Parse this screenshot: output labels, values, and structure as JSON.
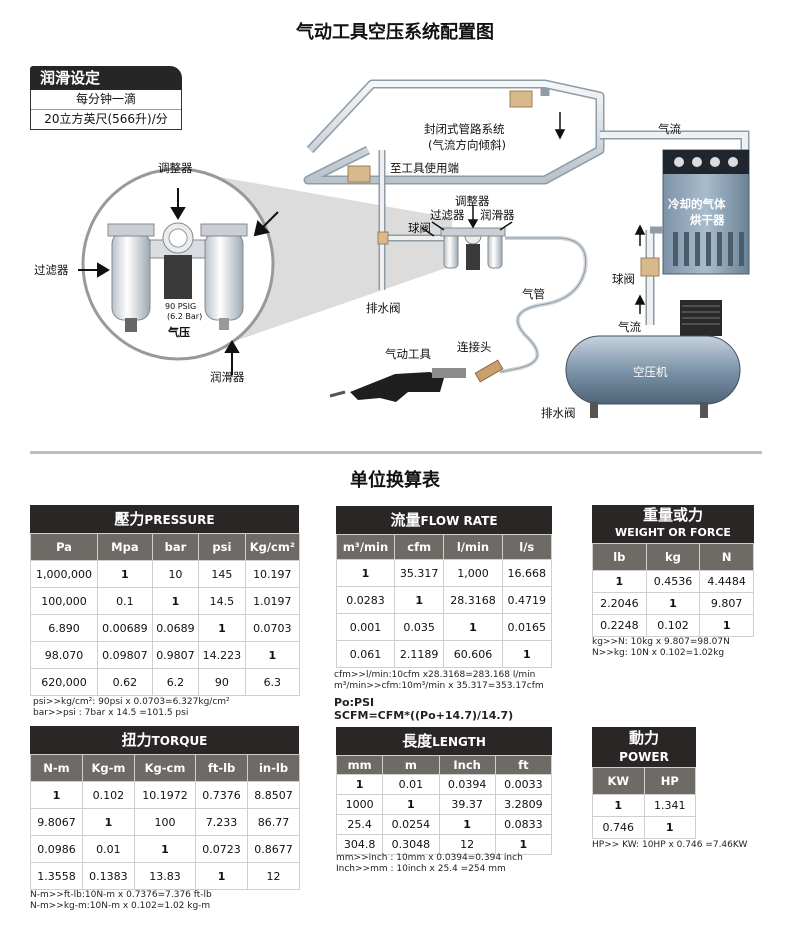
{
  "diagram": {
    "title": "气动工具空压系统配置图",
    "lube_box": {
      "heading": "润滑设定",
      "line1": "每分钟一滴",
      "line2": "20立方英尺(566升)/分"
    },
    "zoom_labels": {
      "regulator": "调整器",
      "filter": "过滤器",
      "lubricator": "润滑器",
      "psig": "90 PSIG",
      "bar": "(6.2 Bar)",
      "pressure": "气压"
    },
    "labels": {
      "closed_pipe_1": "封闭式管路系统",
      "closed_pipe_2": "(气流方向倾斜)",
      "airflow_top": "气流",
      "to_tool": "至工具使用端",
      "ball_valve_left": "球阀",
      "filter": "过滤器",
      "regulator": "调整器",
      "lubricator": "润滑器",
      "dryer_1": "冷却的气体",
      "dryer_2": "烘干器",
      "drain_left": "排水阀",
      "air_hose": "气管",
      "ball_valve_right": "球阀",
      "airflow_right": "气流",
      "connector": "连接头",
      "air_tool": "气动工具",
      "compressor": "空压机",
      "drain_bottom": "排水阀"
    }
  },
  "conversion_title": "单位换算表",
  "pressure": {
    "title_cn": "壓力",
    "title_en": "PRESSURE",
    "headers": [
      "Pa",
      "Mpa",
      "bar",
      "psi",
      "Kg/cm²"
    ],
    "rows": [
      [
        "1,000,000",
        "1",
        "10",
        "145",
        "10.197"
      ],
      [
        "100,000",
        "0.1",
        "1",
        "14.5",
        "1.0197"
      ],
      [
        "6.890",
        "0.00689",
        "0.0689",
        "1",
        "0.0703"
      ],
      [
        "98.070",
        "0.09807",
        "0.9807",
        "14.223",
        "1"
      ],
      [
        "620,000",
        "0.62",
        "6.2",
        "90",
        "6.3"
      ]
    ],
    "notes": [
      "psi>>kg/cm²: 90psi x 0.0703=6.327kg/cm²",
      "bar>>psi      : 7bar  x 14.5    =101.5 psi"
    ]
  },
  "flow": {
    "title_cn": "流量",
    "title_en": "FLOW RATE",
    "headers": [
      "m³/min",
      "cfm",
      "l/min",
      "l/s"
    ],
    "rows": [
      [
        "1",
        "35.317",
        "1,000",
        "16.668"
      ],
      [
        "0.0283",
        "1",
        "28.3168",
        "0.4719"
      ],
      [
        "0.001",
        "0.035",
        "1",
        "0.0165"
      ],
      [
        "0.061",
        "2.1189",
        "60.606",
        "1"
      ]
    ],
    "notes": [
      "cfm>>l/min:10cfm x28.3168=283.168 l/min",
      "m³/min>>cfm:10m³/min x 35.317=353.17cfm"
    ],
    "formula1": "Po:PSI",
    "formula2": "SCFM=CFM*((Po+14.7)/14.7)"
  },
  "weight": {
    "title_cn": "重量或力",
    "title_en": "WEIGHT OR FORCE",
    "headers": [
      "lb",
      "kg",
      "N"
    ],
    "rows": [
      [
        "1",
        "0.4536",
        "4.4484"
      ],
      [
        "2.2046",
        "1",
        "9.807"
      ],
      [
        "0.2248",
        "0.102",
        "1"
      ]
    ],
    "notes": [
      "kg>>N: 10kg x 9.807=98.07N",
      "N>>kg: 10N  x 0.102=1.02kg"
    ]
  },
  "torque": {
    "title_cn": "扭力",
    "title_en": "TORQUE",
    "headers": [
      "N-m",
      "Kg-m",
      "Kg-cm",
      "ft-lb",
      "in-lb"
    ],
    "rows": [
      [
        "1",
        "0.102",
        "10.1972",
        "0.7376",
        "8.8507"
      ],
      [
        "9.8067",
        "1",
        "100",
        "7.233",
        "86.77"
      ],
      [
        "0.0986",
        "0.01",
        "1",
        "0.0723",
        "0.8677"
      ],
      [
        "1.3558",
        "0.1383",
        "13.83",
        "1",
        "12"
      ]
    ],
    "notes": [
      "N-m>>ft-lb:10N-m x 0.7376=7.376 ft-lb",
      "N-m>>kg-m:10N-m x 0.102=1.02 kg-m"
    ]
  },
  "length": {
    "title_cn": "長度",
    "title_en": "LENGTH",
    "headers": [
      "mm",
      "m",
      "Inch",
      "ft"
    ],
    "rows": [
      [
        "1",
        "0.01",
        "0.0394",
        "0.0033"
      ],
      [
        "1000",
        "1",
        "39.37",
        "3.2809"
      ],
      [
        "25.4",
        "0.0254",
        "1",
        "0.0833"
      ],
      [
        "304.8",
        "0.3048",
        "12",
        "1"
      ]
    ],
    "notes": [
      "mm>>inch : 10mm x 0.0394=0.394 inch",
      "Inch>>mm : 10inch x 25.4    =254 mm"
    ]
  },
  "power": {
    "title_cn": "動力",
    "title_en": "POWER",
    "headers": [
      "KW",
      "HP"
    ],
    "rows": [
      [
        "1",
        "1.341"
      ],
      [
        "0.746",
        "1"
      ]
    ],
    "notes": [
      "HP>> KW: 10HP x 0.746 =7.46KW"
    ]
  }
}
